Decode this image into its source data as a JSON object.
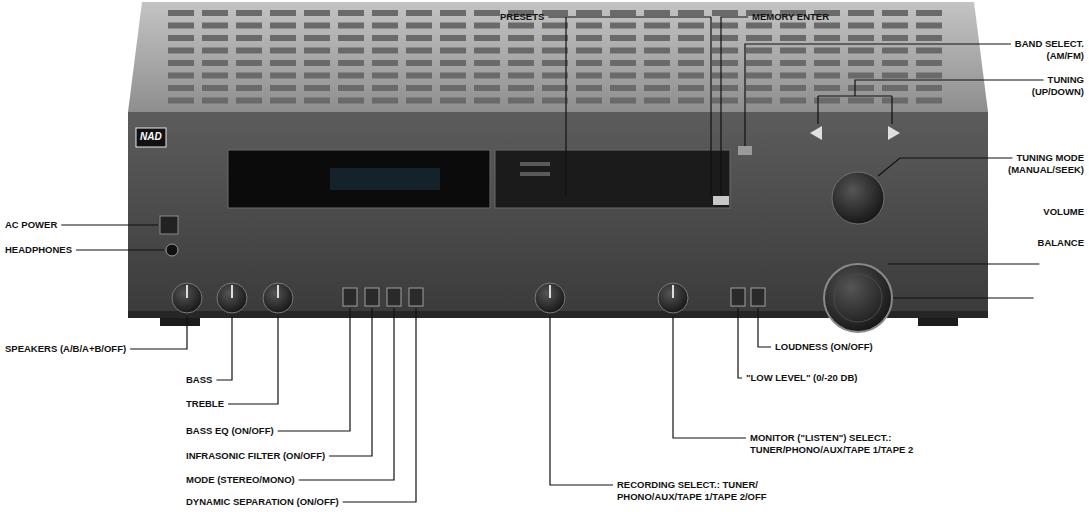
{
  "diagram": {
    "labels": [
      "PRESETS",
      "MEMORY ENTER",
      "BAND SELECT. (AM/FM)",
      "TUNING (UP/DOWN)",
      "TUNING MODE (MANUAL/SEEK)",
      "VOLUME",
      "BALANCE",
      "AC POWER",
      "HEADPHONES",
      "SPEAKERS (A/B/A+B/OFF)",
      "BASS",
      "TREBLE",
      "BASS EQ (ON/OFF)",
      "INFRASONIC FILTER (ON/OFF)",
      "MODE (STEREO/MONO)",
      "DYNAMIC SEPARATION (ON/OFF)",
      "LOUDNESS (ON/OFF)",
      "\"LOW LEVEL\" (0/-20 DB)",
      "MONITOR (\"LISTEN\") SELECT.: TUNER/PHONO/AUX/TAPE 1/TAPE 2",
      "RECORDING SELECT.: TUNER/ PHONO/AUX/TAPE 1/TAPE 2/OFF",
      "NAD"
    ]
  }
}
